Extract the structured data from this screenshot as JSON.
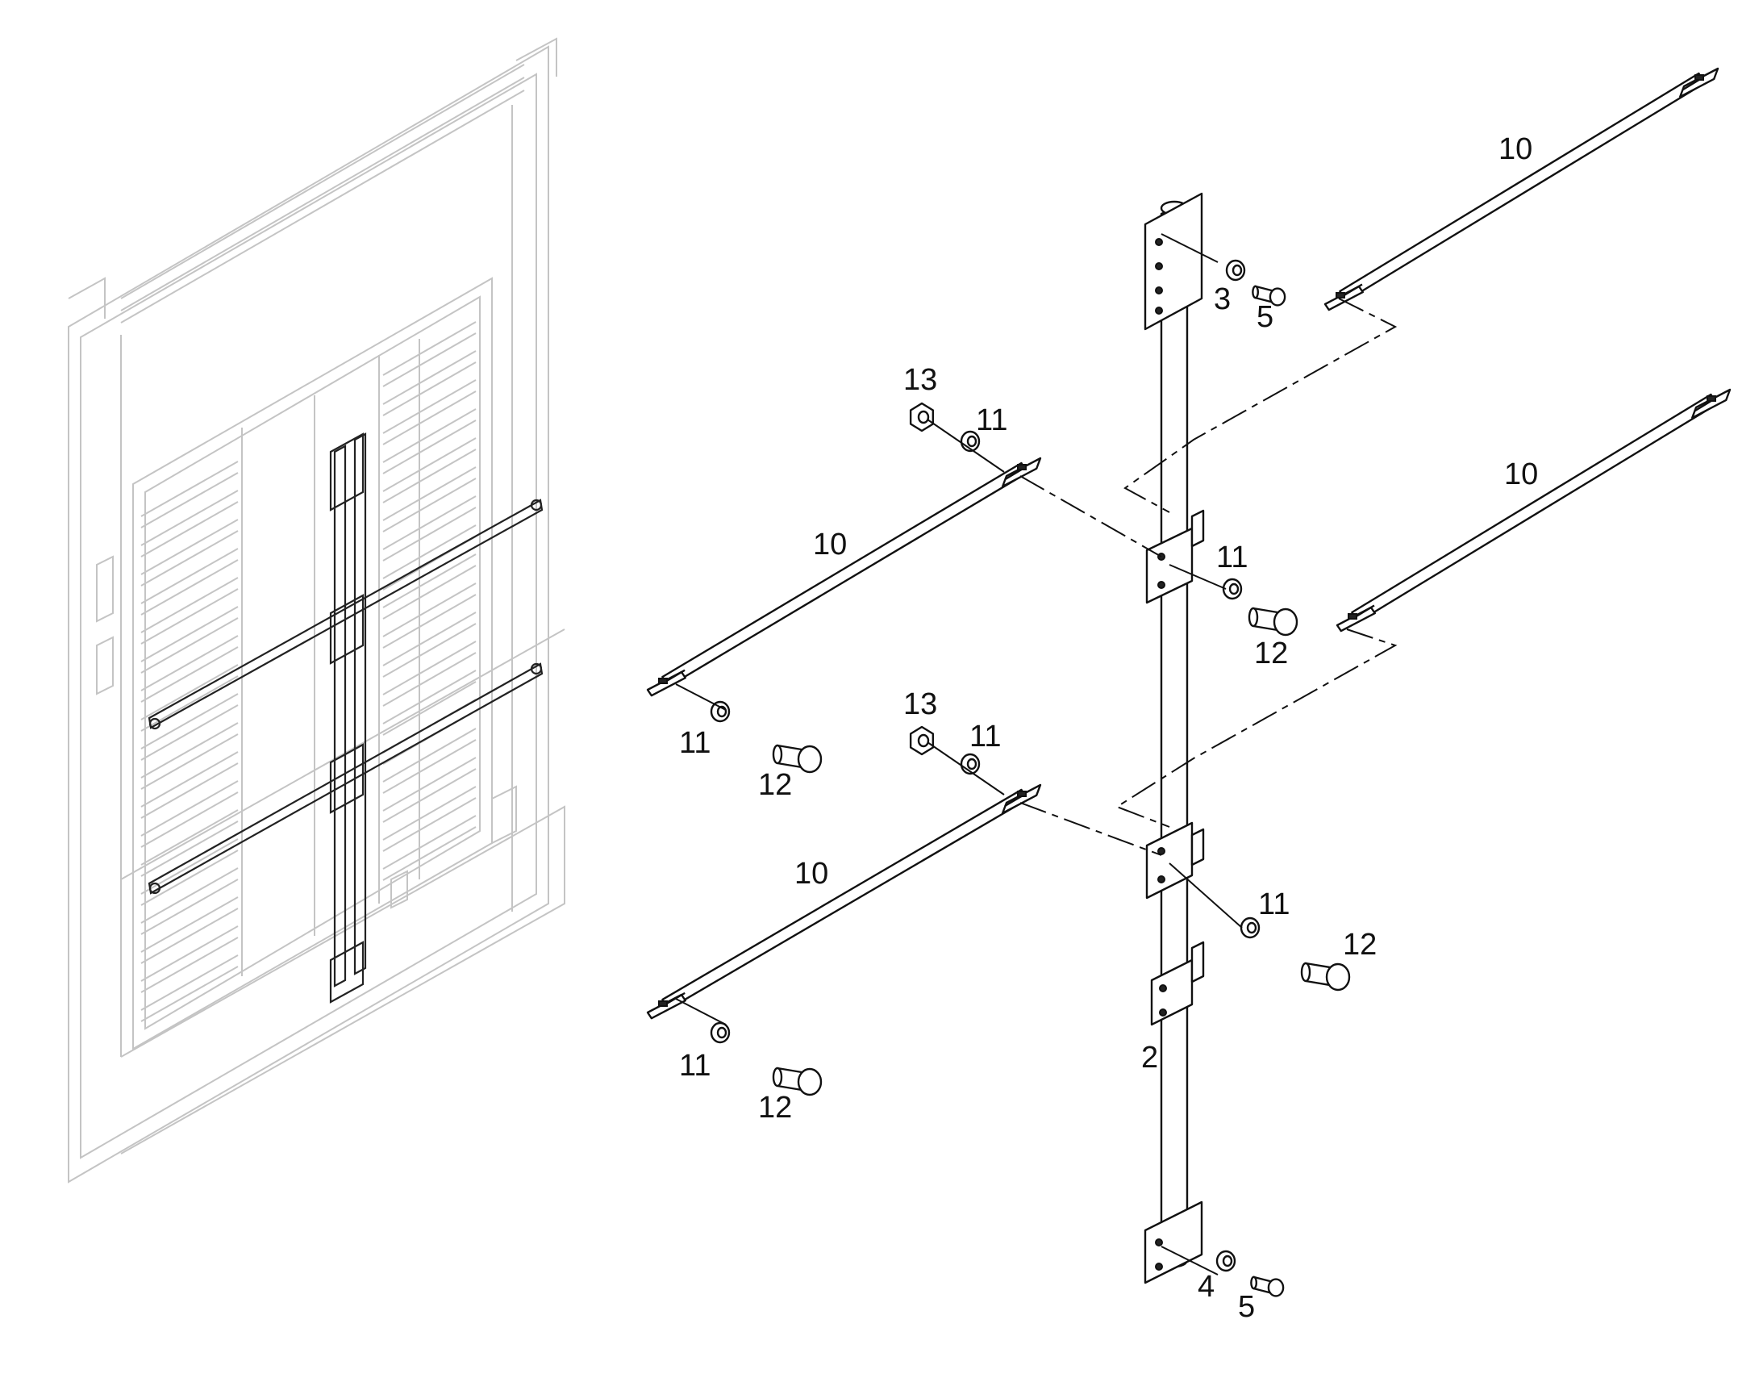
{
  "callouts": [
    {
      "id": "c-10-top",
      "text": "10"
    },
    {
      "id": "c-3",
      "text": "3"
    },
    {
      "id": "c-5-top",
      "text": "5"
    },
    {
      "id": "c-13-a",
      "text": "13"
    },
    {
      "id": "c-11-a",
      "text": "11"
    },
    {
      "id": "c-10-right",
      "text": "10"
    },
    {
      "id": "c-10-left-upper",
      "text": "10"
    },
    {
      "id": "c-11-b",
      "text": "11"
    },
    {
      "id": "c-12-a",
      "text": "12"
    },
    {
      "id": "c-13-b",
      "text": "13"
    },
    {
      "id": "c-11-c",
      "text": "11"
    },
    {
      "id": "c-11-d",
      "text": "11"
    },
    {
      "id": "c-12-b",
      "text": "12"
    },
    {
      "id": "c-10-left-lower",
      "text": "10"
    },
    {
      "id": "c-11-e",
      "text": "11"
    },
    {
      "id": "c-12-c",
      "text": "12"
    },
    {
      "id": "c-2",
      "text": "2"
    },
    {
      "id": "c-11-f",
      "text": "11"
    },
    {
      "id": "c-12-d",
      "text": "12"
    },
    {
      "id": "c-4",
      "text": "4"
    },
    {
      "id": "c-5-bottom",
      "text": "5"
    }
  ]
}
